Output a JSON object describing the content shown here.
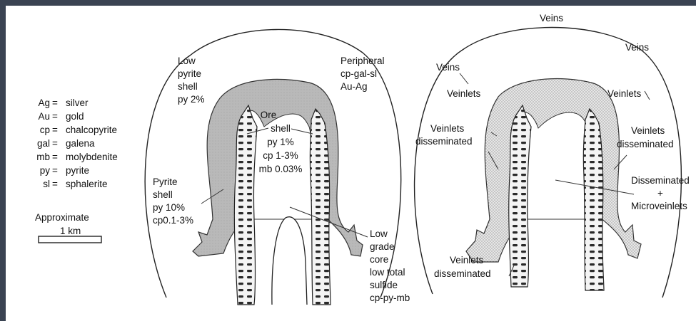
{
  "legend": {
    "abbreviations": [
      {
        "abbr": "Ag",
        "eq": "=",
        "name": "silver"
      },
      {
        "abbr": "Au",
        "eq": "=",
        "name": "gold"
      },
      {
        "abbr": "cp",
        "eq": "=",
        "name": "chalcopyrite"
      },
      {
        "abbr": "gal",
        "eq": "=",
        "name": "galena"
      },
      {
        "abbr": "mb",
        "eq": "=",
        "name": "molybdenite"
      },
      {
        "abbr": "py",
        "eq": "=",
        "name": "pyrite"
      },
      {
        "abbr": "sl",
        "eq": "=",
        "name": "sphalerite"
      }
    ],
    "scale_title": "Approximate",
    "scale_value": "1 km"
  },
  "left_diagram": {
    "low_pyrite": [
      "Low",
      "pyrite",
      "shell",
      "py 2%"
    ],
    "peripheral": [
      "Peripheral",
      "cp-gal-sl",
      "Au-Ag"
    ],
    "ore_shell": [
      "Ore",
      "shell",
      "py 1%",
      "cp 1-3%",
      "mb 0.03%"
    ],
    "pyrite_shell": [
      "Pyrite",
      "shell",
      "py 10%",
      "cp0.1-3%"
    ],
    "low_grade": [
      "Low",
      "grade",
      "core",
      "low total",
      "sulfide",
      "cp-py-mb"
    ]
  },
  "right_diagram": {
    "veins_top": "Veins",
    "veins_right": "Veins",
    "veins_left": "Veins",
    "veinlets_left": "Veinlets",
    "veinlets_right": "Veinlets",
    "vd_left": [
      "Veinlets",
      "disseminated"
    ],
    "vd_right": [
      "Veinlets",
      "disseminated"
    ],
    "dissem_micro": [
      "Disseminated",
      "+",
      "Microveinlets"
    ],
    "vd_bottom": [
      "Veinlets",
      "disseminated"
    ]
  },
  "colors": {
    "frame": "#3a4352",
    "background": "#ffffff",
    "pyrite_shell_fill": "#b9b9b9",
    "veinlet_zone_fill": "#e2e2e2",
    "stock_fill": "#ffffff"
  }
}
